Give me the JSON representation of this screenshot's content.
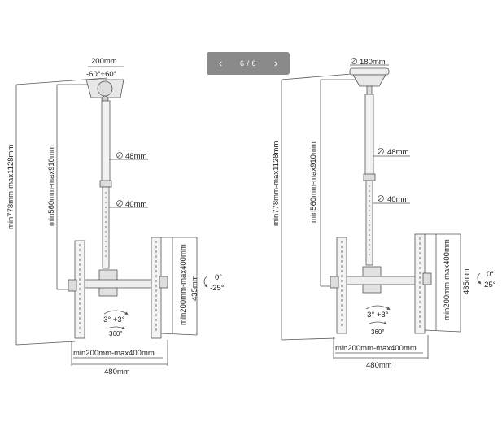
{
  "pager": {
    "prev_icon": "chevron-left-icon",
    "next_icon": "chevron-right-icon",
    "counter": "6 / 6"
  },
  "left_diagram": {
    "top_width": "200mm",
    "tilt_top": "-60°+60°",
    "height_total": "min778mm-max1128mm",
    "height_pole": "min560mm-max910mm",
    "pole_upper": "48mm",
    "pole_lower": "40mm",
    "vesa_h": "min200mm-max400mm",
    "vesa_v": "min200mm-max400mm",
    "bracket_h": "435mm",
    "tilt_angle_top": "0°",
    "tilt_angle_bottom": "-25°",
    "swivel": "-3° +3°",
    "rotate": "360°",
    "width": "480mm"
  },
  "right_diagram": {
    "top_diameter": "180mm",
    "height_total": "min778mm-max1128mm",
    "height_pole": "min560mm-max910mm",
    "pole_upper": "48mm",
    "pole_lower": "40mm",
    "vesa_h": "min200mm-max400mm",
    "vesa_v": "min200mm-max400mm",
    "bracket_h": "435mm",
    "tilt_angle_top": "0°",
    "tilt_angle_bottom": "-25°",
    "swivel": "-3° +3°",
    "rotate": "360°",
    "width": "480mm"
  }
}
